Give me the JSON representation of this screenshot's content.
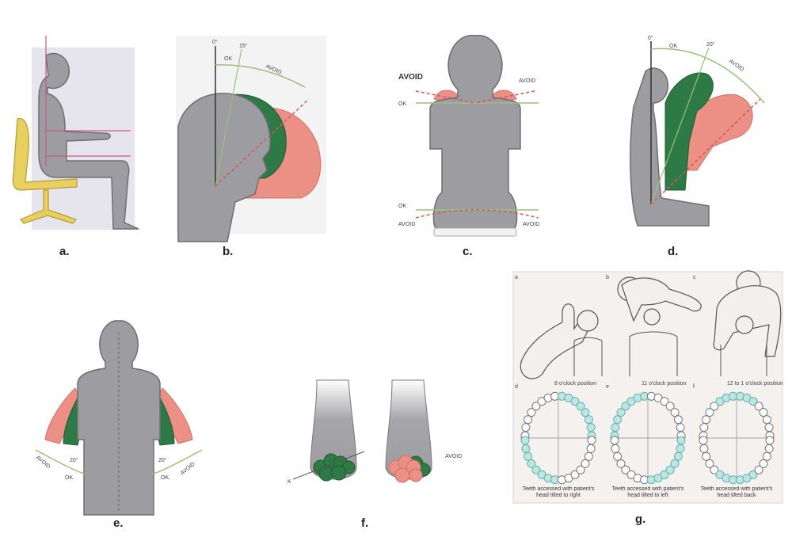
{
  "panels": {
    "a": {
      "label": "a."
    },
    "b": {
      "label": "b.",
      "angle_0": "0°",
      "angle_1": "15°",
      "ok": "OK",
      "avoid": "AVOID"
    },
    "c": {
      "label": "c.",
      "avoid_left": "AVOID",
      "avoid_right": "AVOID",
      "ok_top": "OK",
      "ok_bottom": "OK",
      "avoid_bottom_left": "AVOID",
      "avoid_bottom_right": "AVOID"
    },
    "d": {
      "label": "d.",
      "angle_0": "0°",
      "angle_1": "20°",
      "ok": "OK",
      "avoid": "AVOID"
    },
    "e": {
      "label": "e.",
      "angle_left": "20°",
      "angle_right": "20°",
      "ok_left": "OK",
      "ok_right": "OK",
      "avoid_left": "AVOID",
      "avoid_right": "AVOID"
    },
    "f": {
      "label": "f.",
      "ok": "K",
      "avoid": "AVOID"
    },
    "g": {
      "label": "g.",
      "sub_labels": [
        "a",
        "b",
        "c",
        "d",
        "e",
        "f"
      ],
      "positions": [
        "8 o'clock position",
        "11 o'clock position",
        "12 to 1 o'clock position"
      ],
      "captions": [
        "Teeth accessed with patient's head tilted to right",
        "Teeth accessed with patient's head tilted to left",
        "Teeth accessed with patient's head tilted back"
      ]
    }
  },
  "colors": {
    "body": "#9c9ca1",
    "ok_green": "#2d7a47",
    "avoid_pink": "#ec8f84",
    "chair": "#e8d060",
    "teeth_highlight": "#5fb3ad"
  }
}
